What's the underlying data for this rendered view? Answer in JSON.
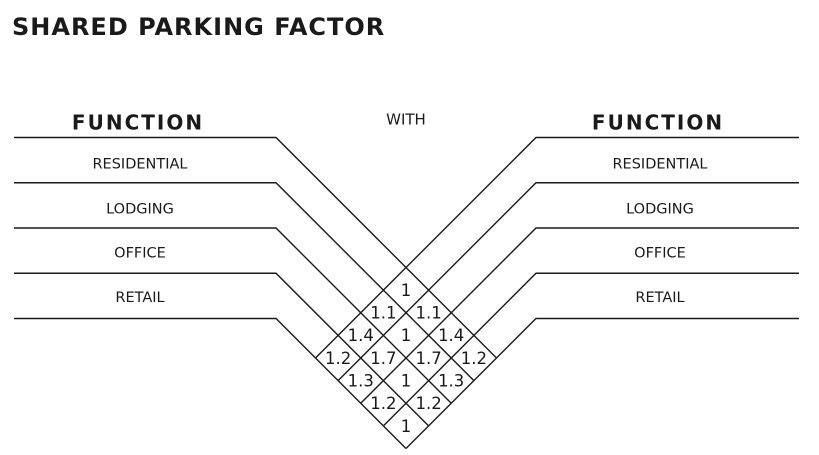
{
  "title": "SHARED PARKING FACTOR",
  "headers": {
    "left_function": "FUNCTION",
    "with": "WITH",
    "right_function": "FUNCTION"
  },
  "left_functions": [
    "RESIDENTIAL",
    "LODGING",
    "OFFICE",
    "RETAIL"
  ],
  "right_functions": [
    "RESIDENTIAL",
    "LODGING",
    "OFFICE",
    "RETAIL"
  ],
  "matrix": {
    "row_functions": [
      "RESIDENTIAL",
      "LODGING",
      "OFFICE",
      "RETAIL"
    ],
    "col_functions": [
      "RESIDENTIAL",
      "LODGING",
      "OFFICE",
      "RETAIL"
    ],
    "factors": [
      [
        1,
        1.1,
        1.4,
        1.2
      ],
      [
        1.1,
        1,
        1.7,
        1.3
      ],
      [
        1.4,
        1.7,
        1,
        1.2
      ],
      [
        1.2,
        1.3,
        1.2,
        1
      ]
    ],
    "cells": [
      {
        "left": "RESIDENTIAL",
        "right": "RESIDENTIAL",
        "value": "1"
      },
      {
        "left": "LODGING",
        "right": "RESIDENTIAL",
        "value": "1.1"
      },
      {
        "left": "RESIDENTIAL",
        "right": "LODGING",
        "value": "1.1"
      },
      {
        "left": "OFFICE",
        "right": "RESIDENTIAL",
        "value": "1.4"
      },
      {
        "left": "LODGING",
        "right": "LODGING",
        "value": "1"
      },
      {
        "left": "RESIDENTIAL",
        "right": "OFFICE",
        "value": "1.4"
      },
      {
        "left": "RETAIL",
        "right": "RESIDENTIAL",
        "value": "1.2"
      },
      {
        "left": "OFFICE",
        "right": "LODGING",
        "value": "1.7"
      },
      {
        "left": "LODGING",
        "right": "OFFICE",
        "value": "1.7"
      },
      {
        "left": "RESIDENTIAL",
        "right": "RETAIL",
        "value": "1.2"
      },
      {
        "left": "RETAIL",
        "right": "LODGING",
        "value": "1.3"
      },
      {
        "left": "OFFICE",
        "right": "OFFICE",
        "value": "1"
      },
      {
        "left": "LODGING",
        "right": "RETAIL",
        "value": "1.3"
      },
      {
        "left": "RETAIL",
        "right": "OFFICE",
        "value": "1.2"
      },
      {
        "left": "OFFICE",
        "right": "RETAIL",
        "value": "1.2"
      },
      {
        "left": "RETAIL",
        "right": "RETAIL",
        "value": "1"
      }
    ]
  },
  "colors": {
    "text": "#1a1a1a",
    "line": "#1a1a1a",
    "background": "#ffffff"
  }
}
